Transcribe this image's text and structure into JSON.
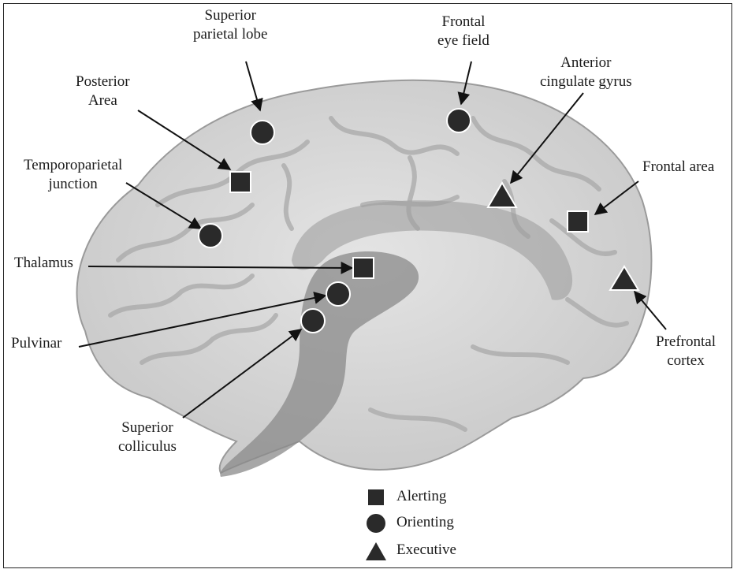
{
  "labels": {
    "superior_parietal_lobe": [
      "Superior",
      "parietal lobe"
    ],
    "frontal_eye_field": [
      "Frontal",
      "eye field"
    ],
    "posterior_area": [
      "Posterior",
      "Area"
    ],
    "anterior_cingulate_gyrus": [
      "Anterior",
      "cingulate gyrus"
    ],
    "temporoparietal_junction": [
      "Temporoparietal",
      "junction"
    ],
    "frontal_area": [
      "Frontal area"
    ],
    "thalamus": [
      "Thalamus"
    ],
    "pulvinar": [
      "Pulvinar"
    ],
    "prefrontal_cortex": [
      "Prefrontal",
      "cortex"
    ],
    "superior_colliculus": [
      "Superior",
      "colliculus"
    ]
  },
  "legend": [
    {
      "shape": "square",
      "label": "Alerting"
    },
    {
      "shape": "circle",
      "label": "Orienting"
    },
    {
      "shape": "triangle",
      "label": "Executive"
    }
  ],
  "colors": {
    "brain_fill": "#cfcfcf",
    "brain_dark": "#8d8d8d",
    "marker": "#2a2a2a",
    "line": "#111111"
  }
}
